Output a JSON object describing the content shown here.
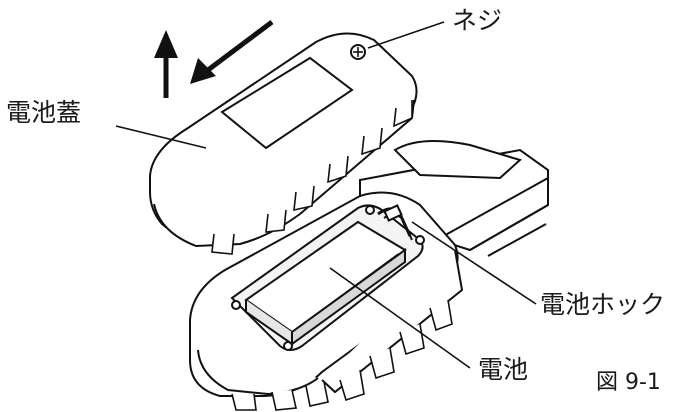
{
  "labels": {
    "screw": "ネジ",
    "battery_cover": "電池蓋",
    "battery_hook": "電池ホック",
    "battery": "電池",
    "figure_number": "図 9-1"
  }
}
